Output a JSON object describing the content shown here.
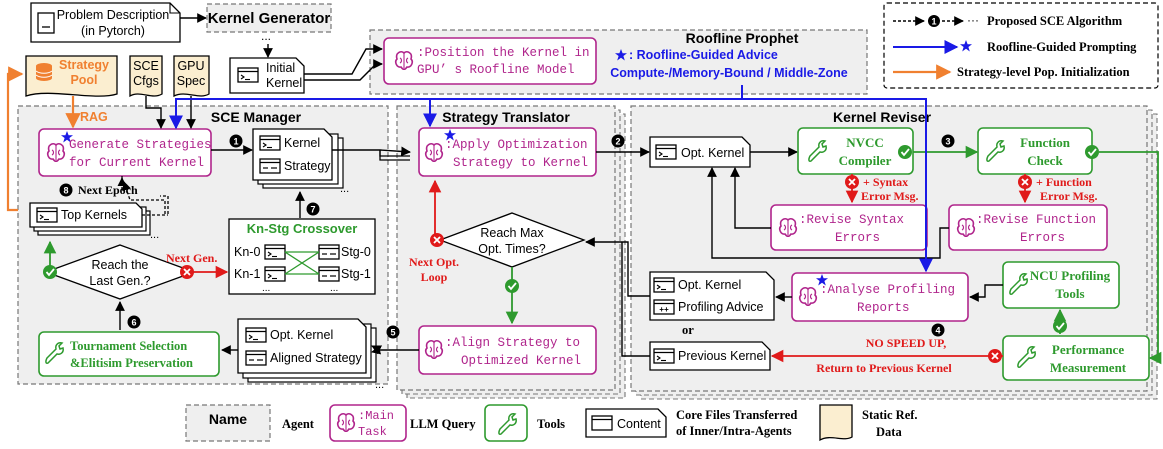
{
  "top": {
    "problem_line1": "Problem Description",
    "problem_line2": "(in Pytorch)",
    "kernel_generator": "Kernel Generator",
    "ellipsis": "...",
    "initial_kernel_line1": "Initial",
    "initial_kernel_line2": "Kernel",
    "sce_cfgs_line1": "SCE",
    "sce_cfgs_line2": "Cfgs",
    "gpu_spec_line1": "GPU",
    "gpu_spec_line2": "Spec",
    "strategy_pool_line1": "Strategy",
    "strategy_pool_line2": "Pool",
    "rag": "RAG"
  },
  "roofline": {
    "title": "Roofline Prophet",
    "query_line1": ":Position the Kernel in",
    "query_line2": "GPU’ s Roofline Model",
    "advice_title": ": Roofline-Guided Advice",
    "advice_sub": "Compute-/Memory-Bound / Middle-Zone"
  },
  "legend_top": {
    "item1": "Proposed SCE Algorithm",
    "item2": "Roofline-Guided Prompting",
    "item3": "Strategy-level Pop. Initialization"
  },
  "sce_manager": {
    "title": "SCE Manager",
    "generate_line1": "Generate Strategies",
    "generate_line2": "for Current Kernel",
    "step1_kernel": "Kernel",
    "step1_strategy": "Strategy",
    "next_epoch": "Next Epoch",
    "top_kernels": "Top Kernels",
    "crossover_title": "Kn-Stg Crossover",
    "kn0": "Kn-0",
    "kn1": "Kn-1",
    "stg0": "Stg-0",
    "stg1": "Stg-1",
    "reach_last_line1": "Reach the",
    "reach_last_line2": "Last Gen.?",
    "next_gen": "Next Gen.",
    "tournament_line1": "Tournament Selection",
    "tournament_line2": "&Elitisim Preservation",
    "opt_kernel": "Opt. Kernel",
    "aligned_strategy": "Aligned Strategy"
  },
  "translator": {
    "title": "Strategy Translator",
    "apply_line1": ":Apply Optimization",
    "apply_line2": "Strategy to Kernel",
    "reach_max_line1": "Reach Max",
    "reach_max_line2": "Opt. Times?",
    "next_opt_line1": "Next Opt.",
    "next_opt_line2": "Loop",
    "align_line1": ":Align Strategy to",
    "align_line2": "Optimized Kernel"
  },
  "reviser": {
    "title": "Kernel Reviser",
    "opt_kernel": "Opt. Kernel",
    "nvcc_line1": "NVCC",
    "nvcc_line2": "Compiler",
    "function_line1": "Function",
    "function_line2": "Check",
    "syntax_err_line1": "+ Syntax",
    "syntax_err_line2": "Error Msg.",
    "function_err_line1": "+ Function",
    "function_err_line2": "Error Msg.",
    "revise_syntax_line1": ":Revise Syntax",
    "revise_syntax_line2": "Errors",
    "revise_function_line1": ":Revise Function",
    "revise_function_line2": "Errors",
    "analyse_line1": ":Analyse Profiling",
    "analyse_line2": "Reports",
    "ncu_line1": "NCU Profiling",
    "ncu_line2": "Tools",
    "opt_kernel2": "Opt. Kernel",
    "profiling_advice": "Profiling Advice",
    "or": "or",
    "previous_kernel": "Previous Kernel",
    "no_speed_line1": "NO SPEED UP,",
    "no_speed_line2": "Return to Previous Kernel",
    "perf_line1": "Performance",
    "perf_line2": "Measurement"
  },
  "steps": {
    "s1": "1",
    "s2": "2",
    "s3": "3",
    "s4": "4",
    "s5": "5",
    "s6": "6",
    "s7": "7",
    "s8": "8"
  },
  "legend_bottom": {
    "name": "Name",
    "agent": "Agent",
    "main_task_line1": ":Main",
    "main_task_line2": "Task",
    "llm_query": "LLM Query",
    "tools": "Tools",
    "content": "Content",
    "core_files_line1": "Core Files Transferred",
    "core_files_line2": "of Inner/Intra-Agents",
    "static_line1": "Static Ref.",
    "static_line2": "Data"
  },
  "colors": {
    "llm": "#b0258c",
    "tool": "#2e9a2e",
    "blue": "#1a1ae6",
    "red": "#e01a1a",
    "orange": "#f08030",
    "agent_fill": "#efefef",
    "static_fill": "#fbeed0"
  },
  "icons": [
    "brain-icon",
    "wrench-icon",
    "terminal-icon",
    "database-icon",
    "check-icon",
    "cross-icon",
    "star-icon",
    "file-icon"
  ]
}
